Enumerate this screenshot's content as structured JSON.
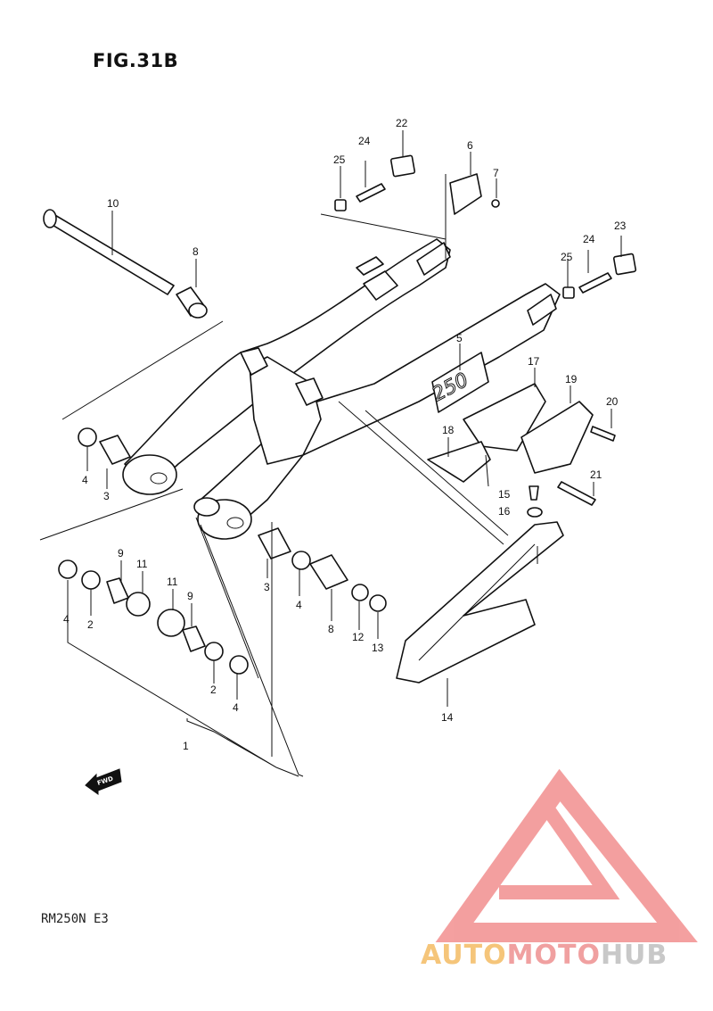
{
  "figure": {
    "title": "FIG.31B",
    "model": "RM250N E3"
  },
  "decal_text": "250",
  "fwd_label": "FWD",
  "watermark": {
    "part1": "AUTO",
    "part2": "MOTO",
    "part3": "HUB",
    "color": "#f08080"
  },
  "callouts": [
    "1",
    "2",
    "2",
    "3",
    "3",
    "4",
    "4",
    "4",
    "4",
    "5",
    "6",
    "7",
    "8",
    "8",
    "9",
    "9",
    "10",
    "11",
    "11",
    "12",
    "13",
    "14",
    "15",
    "16",
    "17",
    "18",
    "19",
    "20",
    "21",
    "22",
    "23",
    "24",
    "24",
    "25",
    "25"
  ]
}
